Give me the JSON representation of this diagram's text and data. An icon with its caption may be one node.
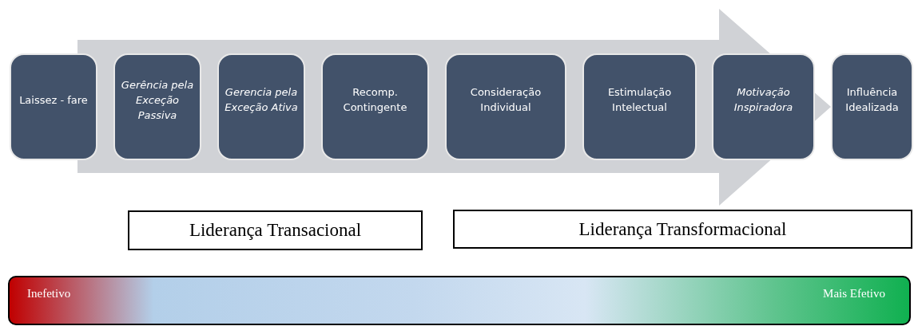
{
  "diagram": {
    "nodes": [
      {
        "text": [
          "Laissez - fare"
        ]
      },
      {
        "text": [
          "Gerência pela Exceção Passiva"
        ]
      },
      {
        "text": [
          "Gerencia pela Exceção Ativa"
        ]
      },
      {
        "text": [
          "Recomp. Contingente"
        ]
      },
      {
        "text": [
          "Consideração Individual"
        ]
      },
      {
        "text": [
          "Estimulação Intelectual"
        ]
      },
      {
        "text": [
          "Motivação Inspiradora"
        ]
      },
      {
        "text": [
          "Influência Idealizada"
        ]
      },
      {
        "text": [
          "Liderança Transacional"
        ]
      },
      {
        "text": [
          "Liderança Transformacional"
        ]
      },
      {
        "text": [
          "Inefetivo",
          "Mais Efetivo"
        ]
      }
    ]
  }
}
